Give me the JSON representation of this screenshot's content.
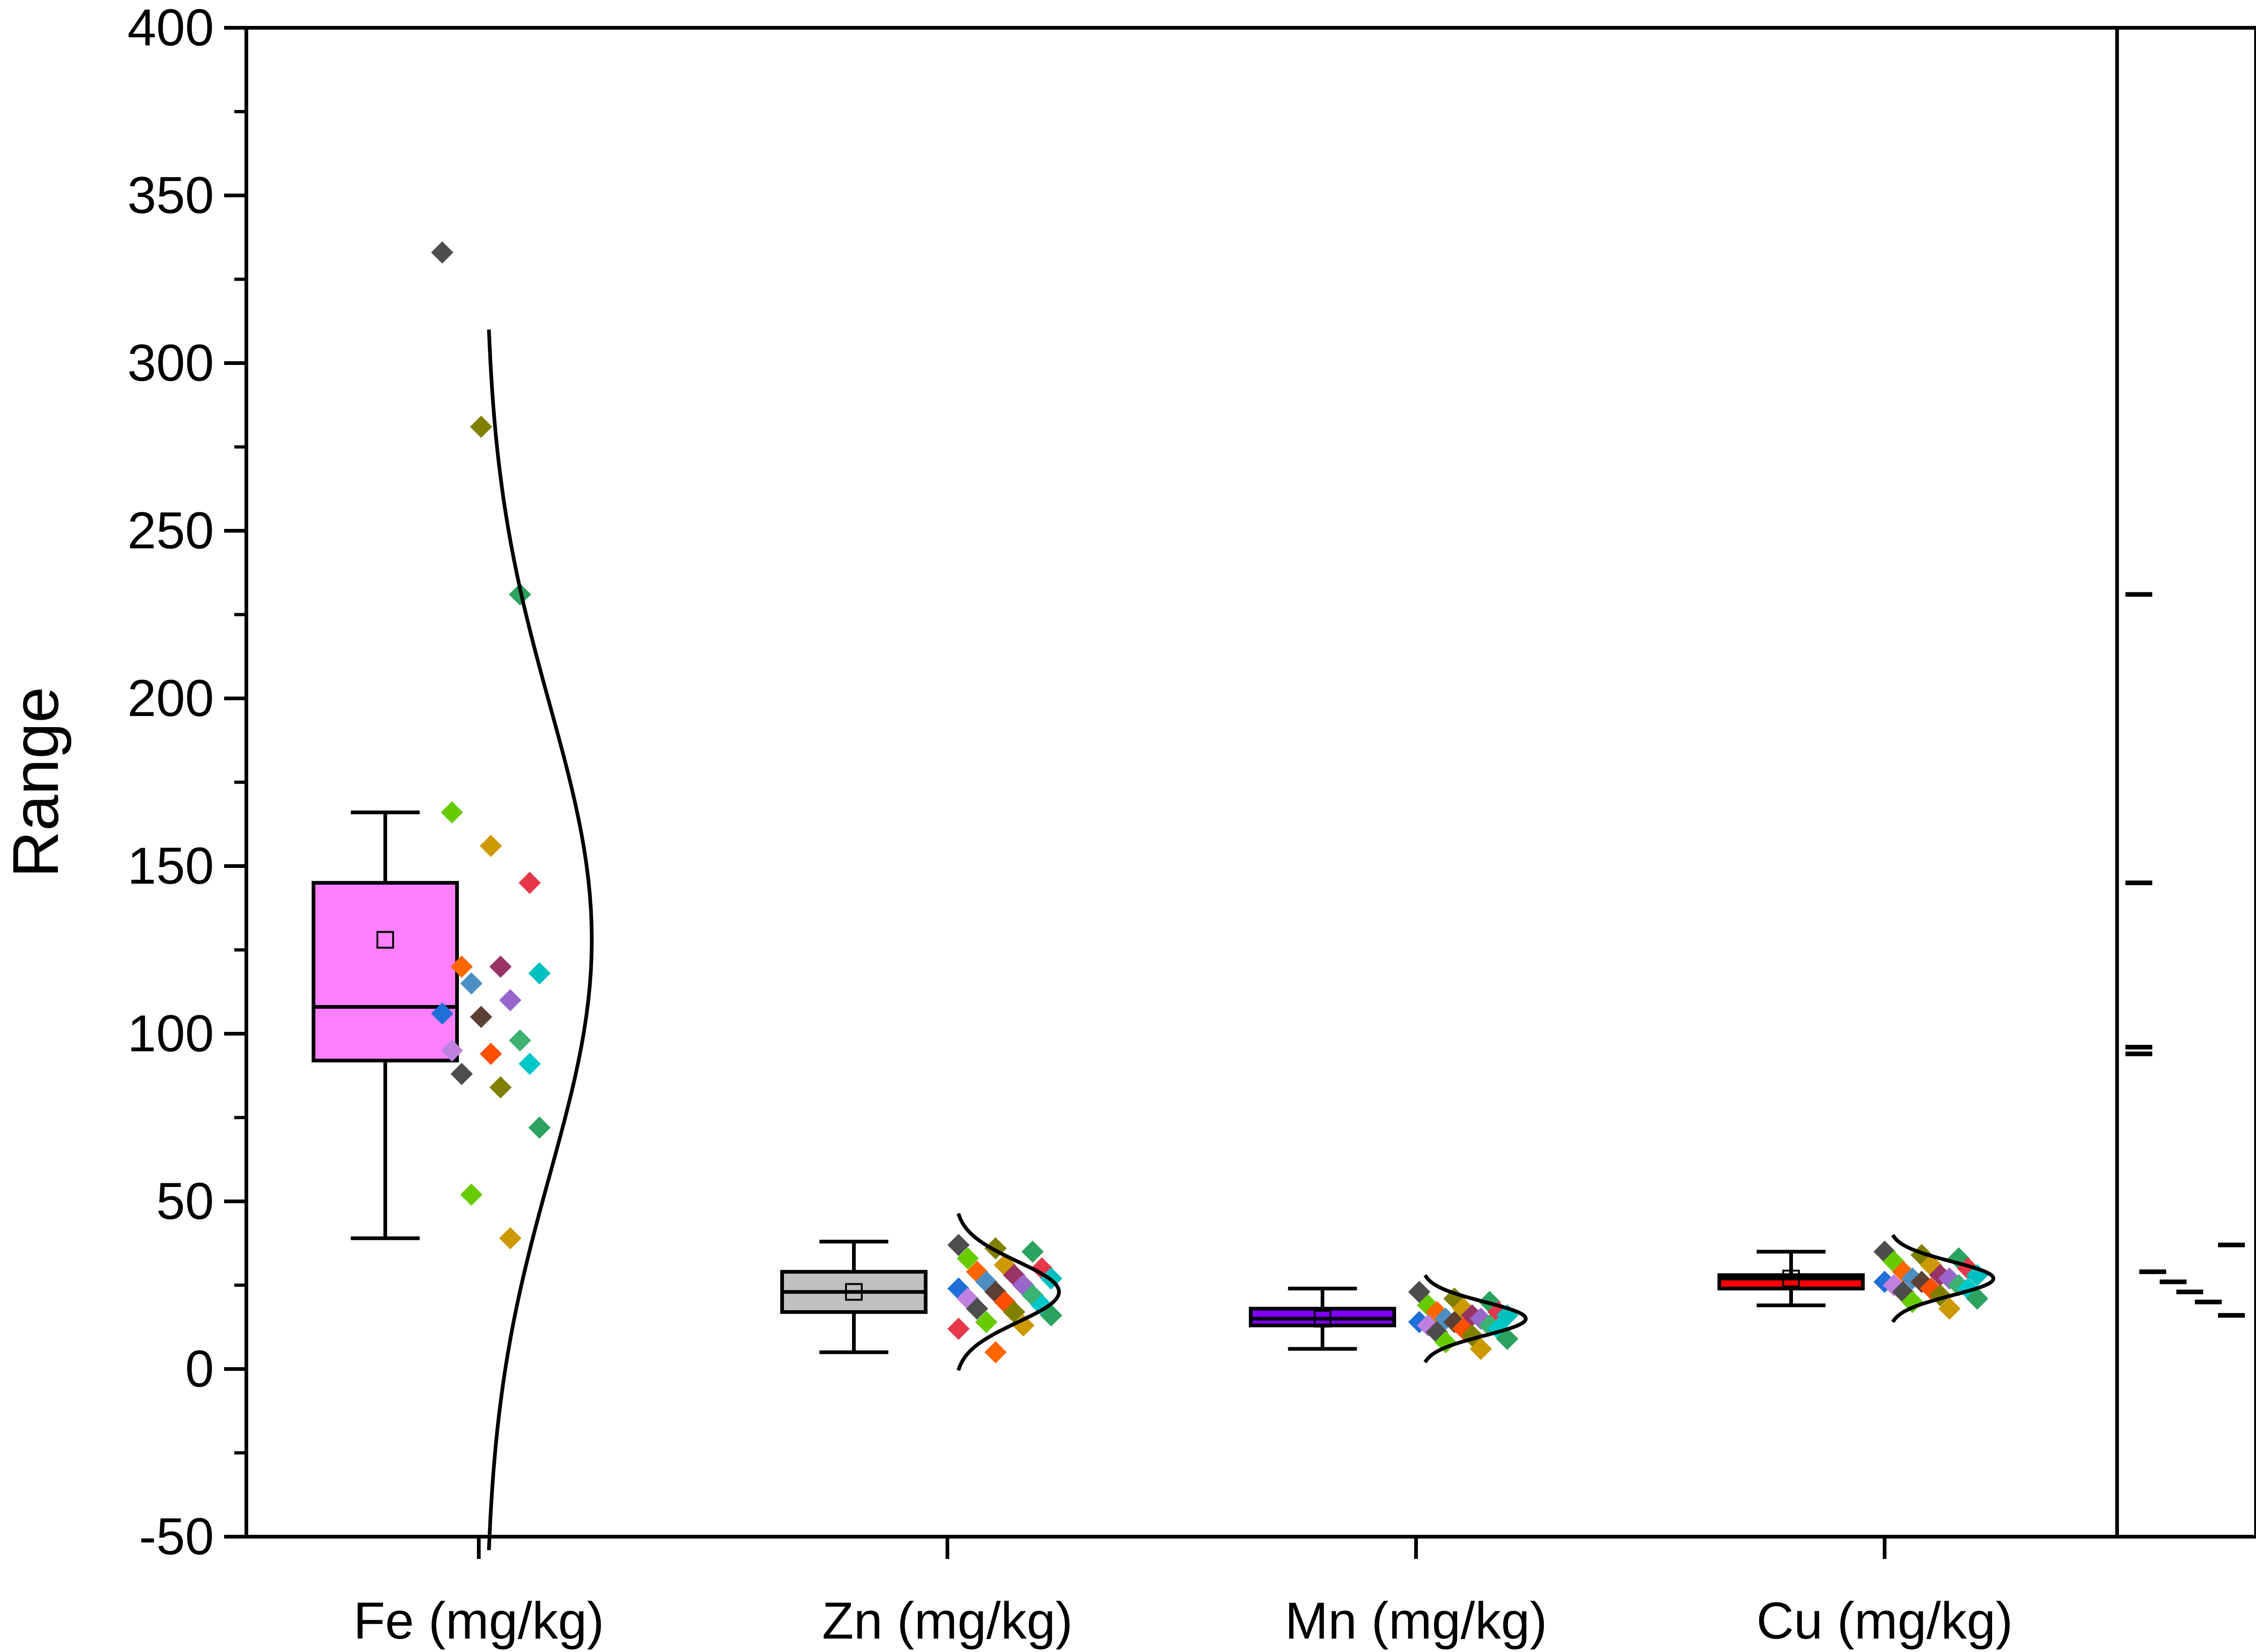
{
  "chart_data": {
    "type": "box",
    "ylabel": "Range",
    "ylim": [
      -50,
      400
    ],
    "yticks": [
      "-50",
      "0",
      "50",
      "100",
      "150",
      "200",
      "250",
      "300",
      "350",
      "400"
    ],
    "categories": [
      "Fe (mg/kg)",
      "Zn (mg/kg)",
      "Mn (mg/kg)",
      "Cu (mg/kg)"
    ],
    "series": [
      {
        "category": "Fe (mg/kg)",
        "box_color": "#ff80ff",
        "whisker_low": 39,
        "q1": 92,
        "median": 108,
        "q3": 145,
        "whisker_high": 166,
        "mean": 128,
        "curve_mean": 128,
        "curve_sd": 70,
        "points": [
          333,
          281,
          231,
          166,
          156,
          145,
          120,
          120,
          118,
          115,
          110,
          106,
          105,
          98,
          95,
          94,
          91,
          88,
          84,
          72,
          52,
          39
        ]
      },
      {
        "category": "Zn (mg/kg)",
        "box_color": "#c0c0c0",
        "whisker_low": 5,
        "q1": 17,
        "median": 23,
        "q3": 29,
        "whisker_high": 38,
        "mean": 23,
        "curve_mean": 23,
        "curve_sd": 9,
        "points": [
          37,
          36,
          35,
          33,
          31,
          30,
          29,
          28,
          27,
          26,
          25,
          24,
          23,
          22,
          21,
          20,
          19,
          18,
          17,
          16,
          14,
          13,
          12,
          5
        ]
      },
      {
        "category": "Mn (mg/kg)",
        "box_color": "#8000ff",
        "whisker_low": 6,
        "q1": 13,
        "median": 15,
        "q3": 18,
        "whisker_high": 24,
        "mean": 15,
        "curve_mean": 15,
        "curve_sd": 5,
        "points": [
          23,
          21,
          20,
          19,
          18,
          17,
          17,
          16,
          16,
          15,
          15,
          14,
          14,
          13,
          13,
          12,
          12,
          11,
          10,
          9,
          8,
          6
        ]
      },
      {
        "category": "Cu (mg/kg)",
        "box_color": "#ff0000",
        "whisker_low": 19,
        "q1": 24,
        "median": 27,
        "q3": 28,
        "whisker_high": 35,
        "mean": 27,
        "curve_mean": 27,
        "curve_sd": 5,
        "points": [
          35,
          34,
          33,
          32,
          31,
          30,
          29,
          28,
          28,
          27,
          27,
          26,
          26,
          25,
          25,
          24,
          24,
          23,
          22,
          21,
          20,
          18
        ]
      }
    ],
    "marginal_rug": [
      231,
      145,
      96,
      94,
      37,
      29,
      26,
      23,
      20,
      16
    ],
    "point_colors": [
      "#4d4d4d",
      "#808000",
      "#2ca25f",
      "#66cc00",
      "#cc9900",
      "#e6374b",
      "#ff6600",
      "#993366",
      "#00bfbf",
      "#4d8fc2",
      "#9966cc",
      "#1f6fd9",
      "#5c4033",
      "#3cb371",
      "#c080e0",
      "#ff4f00",
      "#00c8c8"
    ]
  }
}
